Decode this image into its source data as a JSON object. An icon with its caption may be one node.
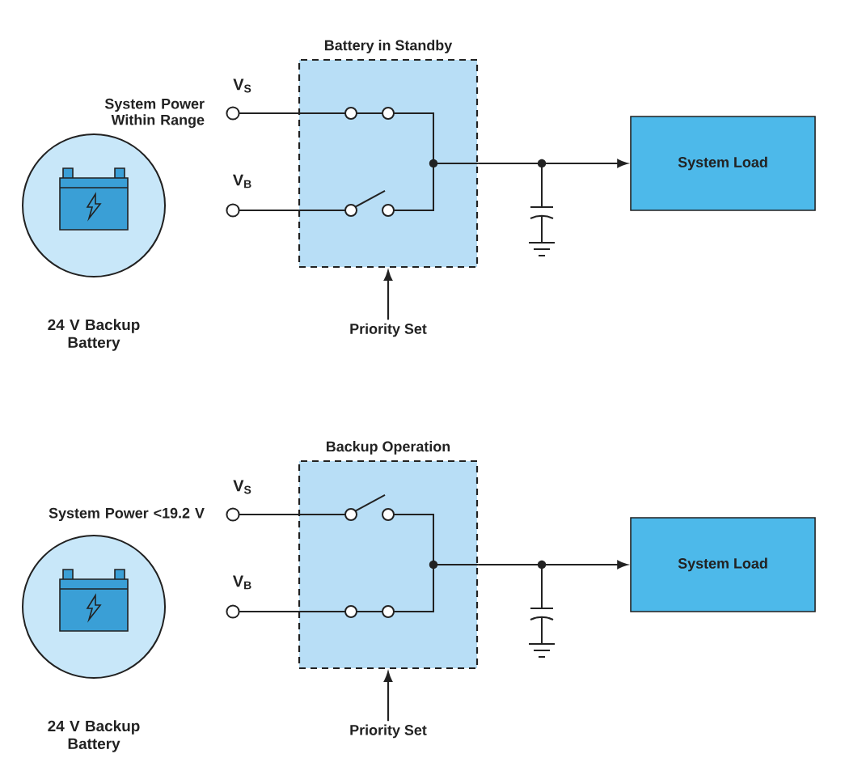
{
  "diagram": {
    "nodes": [
      {
        "text": [
          "Battery in Standby"
        ]
      },
      {
        "text": [
          "System Load"
        ]
      },
      {
        "text": [
          "Priority Set"
        ]
      },
      {
        "text": [],
        "shape": "circle",
        "beside": [
          "24 V Backup Battery"
        ]
      },
      {
        "text": [
          "Backup Operation"
        ]
      },
      {
        "text": [
          "System Load"
        ]
      },
      {
        "text": [
          "Priority Set"
        ]
      },
      {
        "text": [],
        "shape": "circle",
        "beside": [
          "24 V Backup Battery"
        ]
      }
    ],
    "edges": [
      {
        "from": 0,
        "to": 1,
        "arrow": "to"
      },
      {
        "from": 2,
        "to": 0,
        "arrow": "to"
      },
      {
        "from": 4,
        "to": 5,
        "arrow": "to"
      },
      {
        "from": 6,
        "to": 4,
        "arrow": "to"
      }
    ],
    "labels": [
      "System Power Within Range",
      "V$_{S}$",
      "V$_{B}$",
      "System Power <19.2 V",
      "V$_{S}$",
      "V$_{B}$"
    ]
  }
}
